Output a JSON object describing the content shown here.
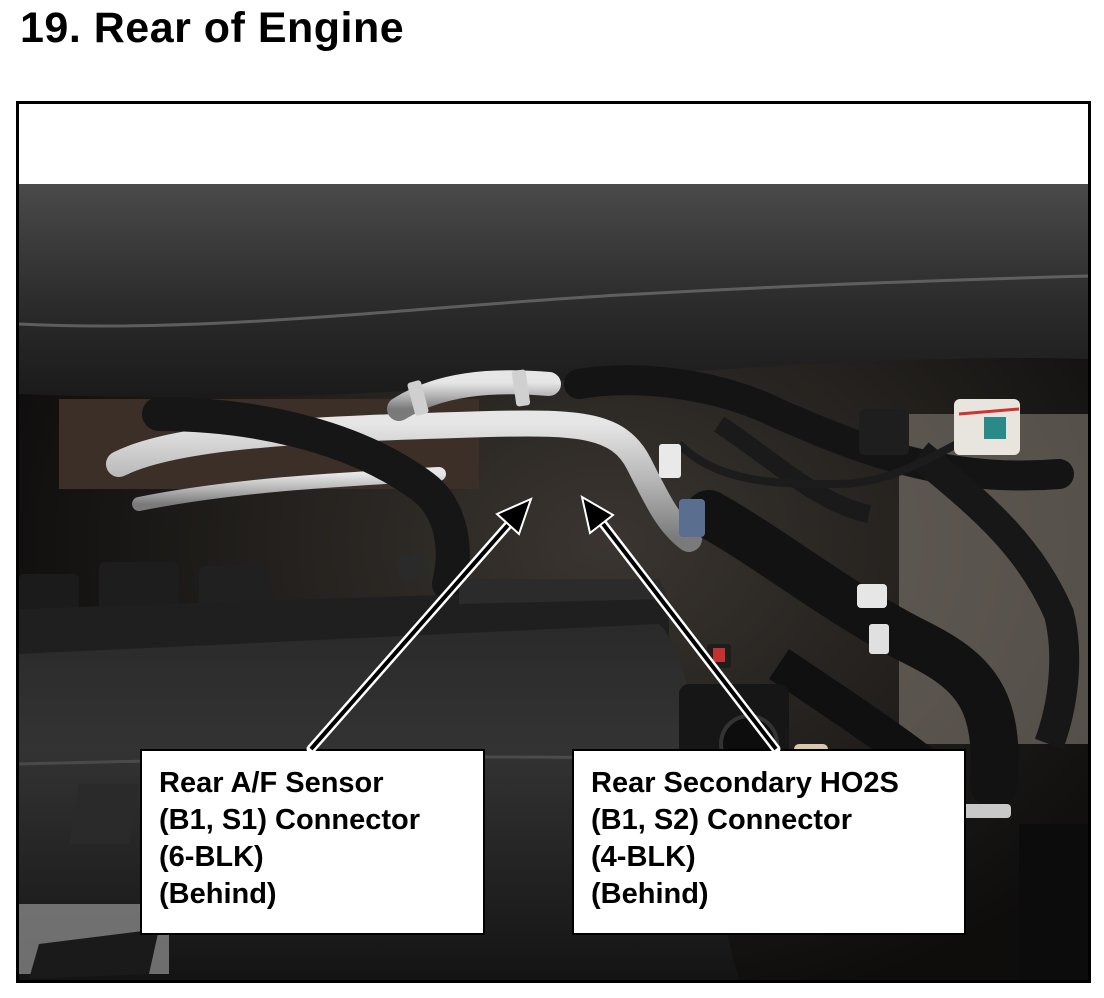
{
  "header": {
    "title": "19.  Rear of Engine"
  },
  "figure": {
    "callouts": [
      {
        "lines": [
          "Rear A/F Sensor",
          "(B1, S1) Connector",
          "(6-BLK)",
          "(Behind)"
        ]
      },
      {
        "lines": [
          "Rear Secondary HO2S",
          "(B1, S2) Connector",
          "(4-BLK)",
          "(Behind)"
        ]
      }
    ]
  }
}
